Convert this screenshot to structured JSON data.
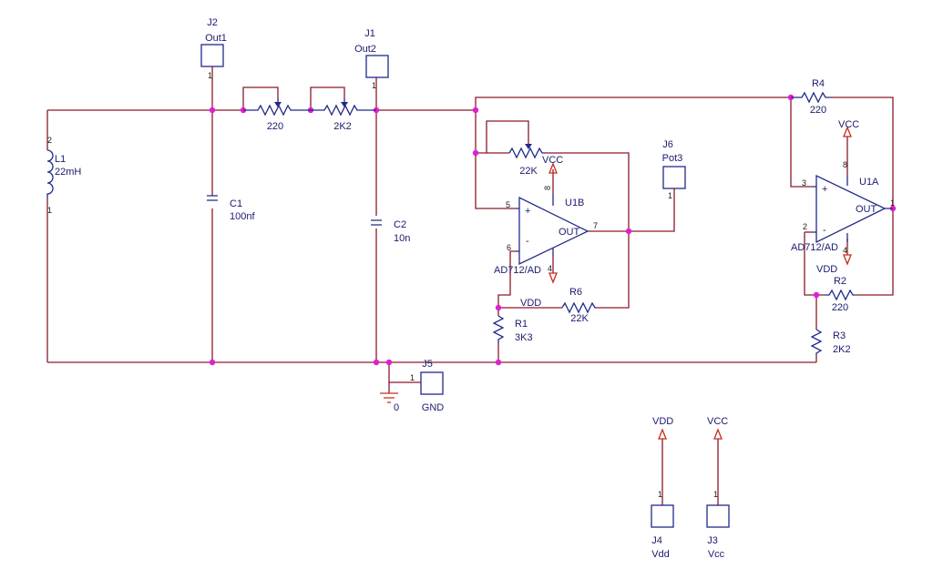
{
  "colors": {
    "wire": "#8b1a2a",
    "component": "#1f2a8a",
    "junction": "#e020d0",
    "power": "#cc2a1a",
    "text": "#1a1a6e"
  },
  "components": {
    "J2": {
      "ref": "J2",
      "value": "Out1",
      "pin": "1"
    },
    "J1": {
      "ref": "J1",
      "value": "Out2",
      "pin": "1"
    },
    "J6": {
      "ref": "J6",
      "value": "Pot3",
      "pin": "1"
    },
    "J5": {
      "ref": "J5",
      "value": "GND",
      "pin": "1"
    },
    "J4": {
      "ref": "J4",
      "value": "Vdd",
      "pin": "1"
    },
    "J3": {
      "ref": "J3",
      "value": "Vcc",
      "pin": "1"
    },
    "L1": {
      "ref": "L1",
      "value": "22mH",
      "pin_top": "2",
      "pin_bottom": "1"
    },
    "C1": {
      "ref": "C1",
      "value": "100nf"
    },
    "C2": {
      "ref": "C2",
      "value": "10n"
    },
    "POT1": {
      "value": "220"
    },
    "POT2": {
      "value": "2K2"
    },
    "POT3": {
      "value": "22K"
    },
    "R1": {
      "ref": "R1",
      "value": "3K3"
    },
    "R2": {
      "ref": "R2",
      "value": "220"
    },
    "R3": {
      "ref": "R3",
      "value": "2K2"
    },
    "R4": {
      "ref": "R4",
      "value": "220"
    },
    "R6": {
      "ref": "R6",
      "value": "22K"
    },
    "U1B": {
      "ref": "U1B",
      "part": "AD712/AD",
      "pin_in_plus": "5",
      "pin_in_minus": "6",
      "pin_out": "7",
      "pin_vp": "8",
      "pin_vn": "4",
      "plus": "+",
      "minus": "-",
      "out": "OUT"
    },
    "U1A": {
      "ref": "U1A",
      "part": "AD712/AD",
      "pin_in_plus": "3",
      "pin_in_minus": "2",
      "pin_out": "1",
      "pin_vp": "8",
      "pin_vn": "4",
      "plus": "+",
      "minus": "-",
      "out": "OUT"
    }
  },
  "power": {
    "vcc_u1b": "VCC",
    "vdd_u1b": "VDD",
    "vcc_u1a": "VCC",
    "vdd_u1a": "VDD",
    "vdd_conn": "VDD",
    "vcc_conn": "VCC",
    "ground": "0"
  }
}
